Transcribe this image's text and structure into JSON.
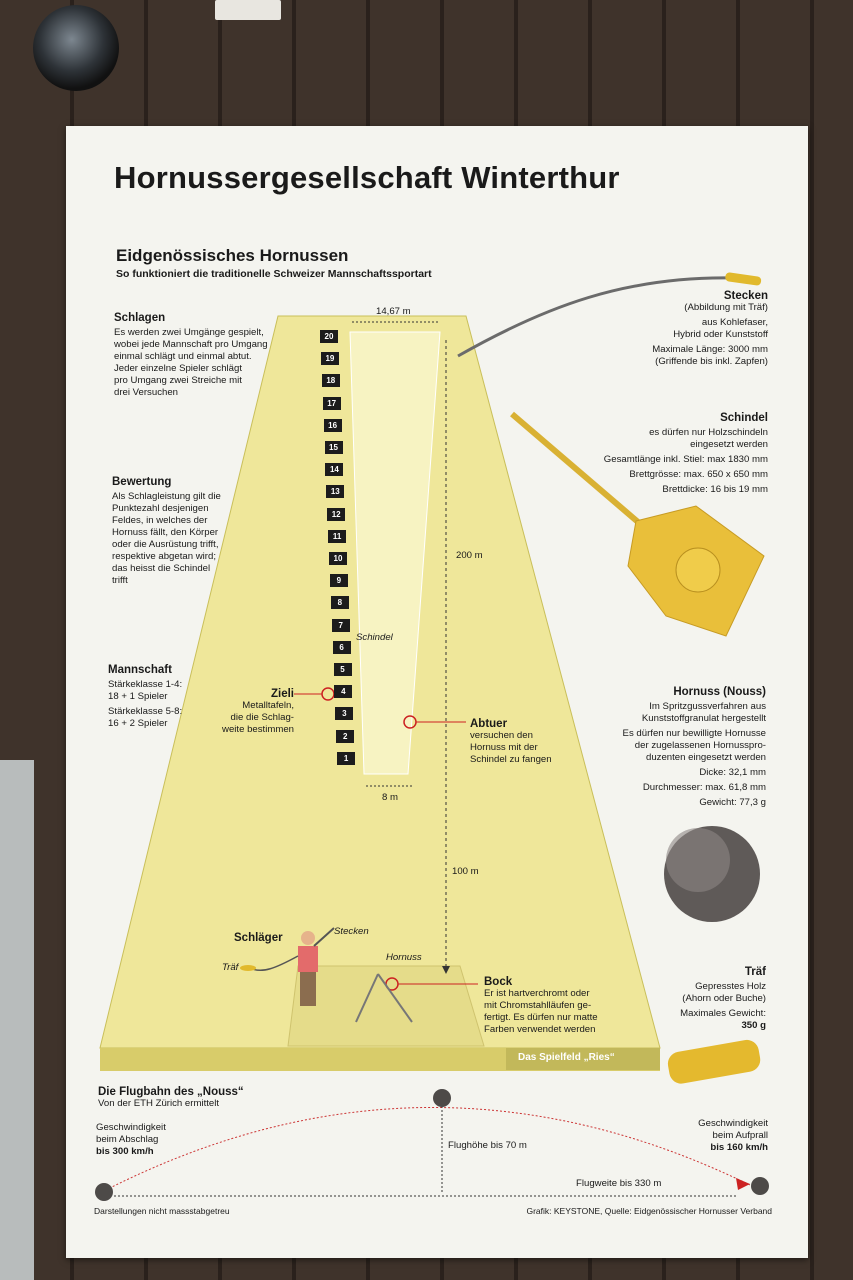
{
  "title": "Hornussergesellschaft Winterthur",
  "subtitle": "Eidgenössisches Hornussen",
  "tagline": "So funktioniert die traditionelle Schweizer Mannschaftssportart",
  "left": {
    "schlagen": {
      "heading": "Schlagen",
      "lines": [
        "Es werden zwei Umgänge gespielt,",
        "wobei jede Mannschaft pro Umgang",
        "einmal schlägt und einmal abtut.",
        "Jeder einzelne Spieler schlägt",
        "pro Umgang zwei Streiche mit",
        "drei Versuchen"
      ]
    },
    "bewertung": {
      "heading": "Bewertung",
      "lines": [
        "Als Schlagleistung gilt die",
        "Punktezahl desjenigen",
        "Feldes, in welches der",
        "Hornuss fällt, den Körper",
        "oder die Ausrüstung trifft,",
        "respektive abgetan wird;",
        "das heisst die Schindel",
        "trifft"
      ]
    },
    "mannschaft": {
      "heading": "Mannschaft",
      "lines": [
        "Stärkeklasse 1-4:",
        "18 + 1 Spieler",
        "Stärkeklasse 5-8:",
        "16 + 2 Spieler"
      ]
    }
  },
  "field": {
    "width_top": "14,67 m",
    "width_bottom": "8 m",
    "len_200": "200 m",
    "len_100": "100 m",
    "numbers": [
      "20",
      "19",
      "18",
      "17",
      "16",
      "15",
      "14",
      "13",
      "12",
      "11",
      "10",
      "9",
      "8",
      "7",
      "6",
      "5",
      "4",
      "3",
      "2",
      "1"
    ],
    "schindel_label": "Schindel",
    "zieli": {
      "heading": "Zieli",
      "lines": [
        "Metalltafeln,",
        "die die Schlag-",
        "weite bestimmen"
      ]
    },
    "abtuer": {
      "heading": "Abtuer",
      "lines": [
        "versuchen den",
        "Hornuss mit der",
        "Schindel zu fangen"
      ]
    },
    "schlaeger": "Schläger",
    "stecken_label": "Stecken",
    "traef_label": "Träf",
    "hornuss_label": "Hornuss",
    "bock": {
      "heading": "Bock",
      "lines": [
        "Er ist hartverchromt oder",
        "mit Chromstahlläufen ge-",
        "fertigt. Es dürfen nur matte",
        "Farben verwendet werden"
      ]
    },
    "ries": "Das Spielfeld „Ries“"
  },
  "right": {
    "stecken": {
      "heading": "Stecken",
      "lines": [
        "(Abbildung mit Träf)",
        "aus Kohlefaser,",
        "Hybrid oder Kunststoff",
        "Maximale Länge: 3000 mm",
        "(Griffende bis inkl. Zapfen)"
      ]
    },
    "schindel": {
      "heading": "Schindel",
      "lines": [
        "es dürfen nur Holzschindeln",
        "eingesetzt werden",
        "Gesamtlänge inkl. Stiel: max 1830 mm",
        "Brettgrösse: max. 650 x 650 mm",
        "Brettdicke: 16 bis 19 mm"
      ]
    },
    "hornuss": {
      "heading": "Hornuss (Nouss)",
      "lines": [
        "Im Spritzgussverfahren aus",
        "Kunststoffgranulat hergestellt",
        "Es dürfen nur bewilligte Hornusse",
        "der zugelassenen Hornusspro-",
        "duzenten eingesetzt werden",
        "Dicke: 32,1 mm",
        "Durchmesser: max. 61,8 mm",
        "Gewicht: 77,3 g"
      ]
    },
    "traef": {
      "heading": "Träf",
      "lines": [
        "Gepresstes Holz",
        "(Ahorn oder Buche)",
        "Maximales Gewicht:",
        "350 g"
      ]
    }
  },
  "flight": {
    "heading": "Die Flugbahn des „Nouss“",
    "sub": "Von der ETH Zürich ermittelt",
    "start": [
      "Geschwindigkeit",
      "beim Abschlag",
      "bis 300 km/h"
    ],
    "end": [
      "Geschwindigkeit",
      "beim Aufprall",
      "bis 160 km/h"
    ],
    "height": "Flughöhe bis 70 m",
    "distance": "Flugweite bis 330 m"
  },
  "footer": {
    "left": "Darstellungen nicht massstabgetreu",
    "right": "Grafik: KEYSTONE, Quelle: Eidgenössischer Hornusser Verband"
  }
}
